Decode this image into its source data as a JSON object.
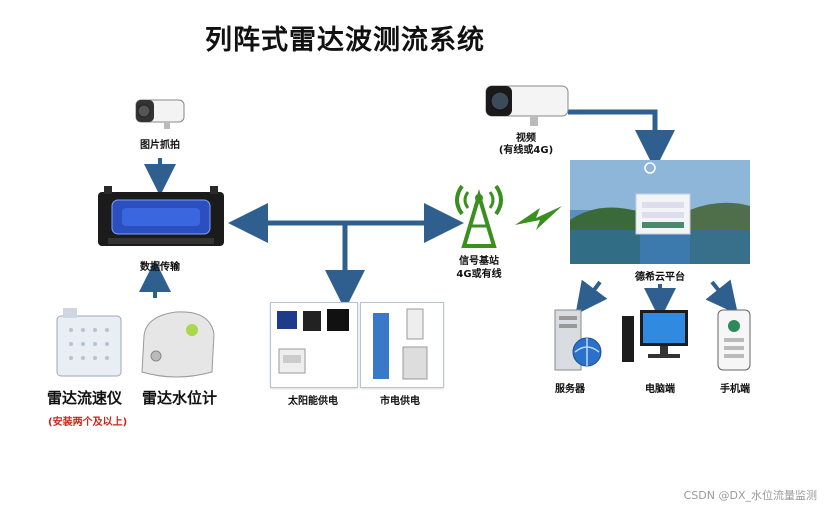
{
  "title": "列阵式雷达波测流系统",
  "nodes": {
    "camera_left": "图片抓拍",
    "data_unit": "数据传输",
    "camera_right_line1": "视频",
    "camera_right_line2": "(有线或4G)",
    "tower_line1": "信号基站",
    "tower_line2": "4G或有线",
    "cloud_platform": "德希云平台",
    "radar_velocity": "雷达流速仪",
    "radar_level": "雷达水位计",
    "install_note": "(安装两个及以上)",
    "solar_power": "太阳能供电",
    "mains_power": "市电供电",
    "server": "服务器",
    "pc": "电脑端",
    "mobile": "手机端"
  },
  "watermark": "CSDN @DX_水位流量监测",
  "colors": {
    "arrow": "#2f5f8f",
    "tower": "#3a8f1e",
    "screen_sky": "#5b8fbd",
    "device_blue": "#2b4fbf"
  }
}
